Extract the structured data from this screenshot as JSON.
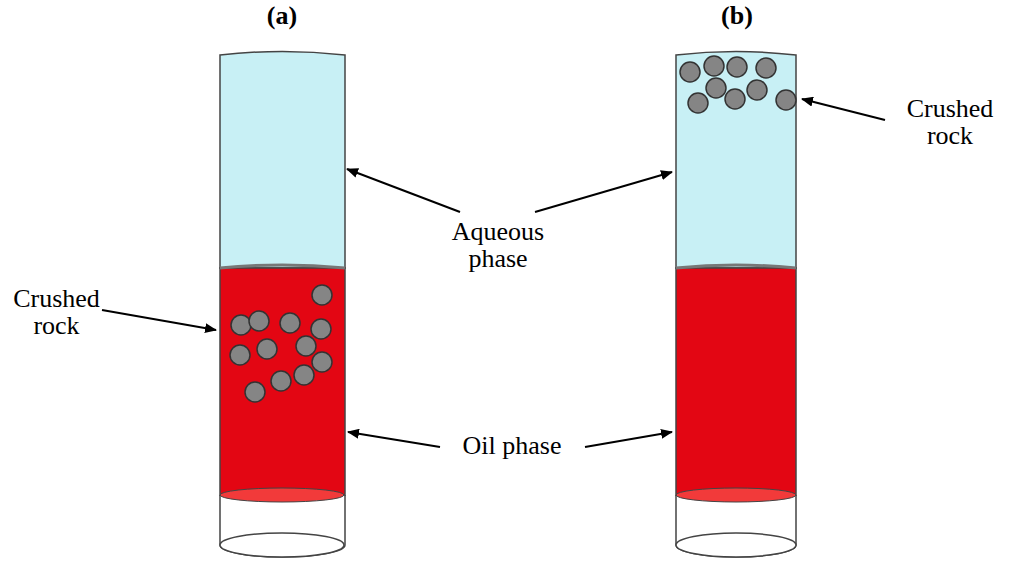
{
  "diagram": {
    "labels": [
      "(a)",
      "(b)",
      "Crushed rock",
      "Aqueous phase",
      "Crushed rock",
      "Oil phase"
    ]
  }
}
